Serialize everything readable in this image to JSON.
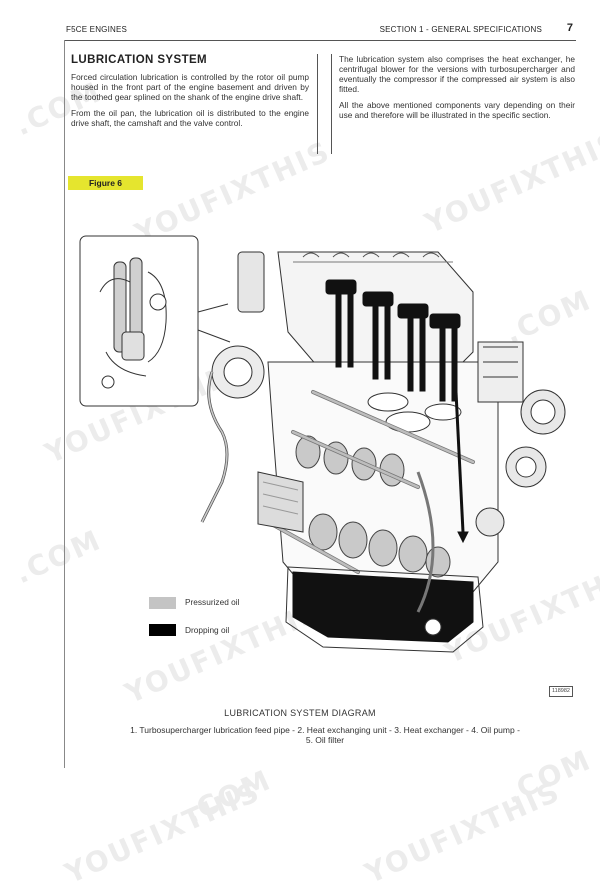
{
  "header": {
    "left": "F5CE ENGINES",
    "right": "SECTION 1 - GENERAL SPECIFICATIONS",
    "page_number": "7"
  },
  "section": {
    "title": "LUBRICATION SYSTEM"
  },
  "left_column": {
    "p1": "Forced circulation lubrication is controlled by the rotor oil pump housed in the front part of the engine basement and driven by the toothed gear splined on the shank of the engine drive shaft.",
    "p2": "From the oil pan, the lubrication oil is distributed to the engine drive shaft, the camshaft and the valve control."
  },
  "right_column": {
    "p1": "The lubrication system also comprises the heat exchanger, he centrifugal blower for the versions with turbosupercharger and eventually the compressor if the compressed air system is also fitted.",
    "p2": "All the above mentioned components vary depending on their use and therefore will be illustrated in the specific section."
  },
  "figure": {
    "tag": "Figure 6",
    "code": "118982",
    "legend": [
      {
        "label": "Pressurized oil",
        "color": "#c4c4c4"
      },
      {
        "label": "Dropping oil",
        "color": "#000000"
      }
    ],
    "caption_title": "LUBRICATION SYSTEM DIAGRAM",
    "caption_text": "1. Turbosupercharger lubrication feed pipe - 2. Heat exchanging unit - 3. Heat exchanger - 4. Oil pump - 5. Oil filter"
  },
  "watermark": {
    "text_a": "YOUFIXTHIS",
    "text_b": ".COM"
  }
}
